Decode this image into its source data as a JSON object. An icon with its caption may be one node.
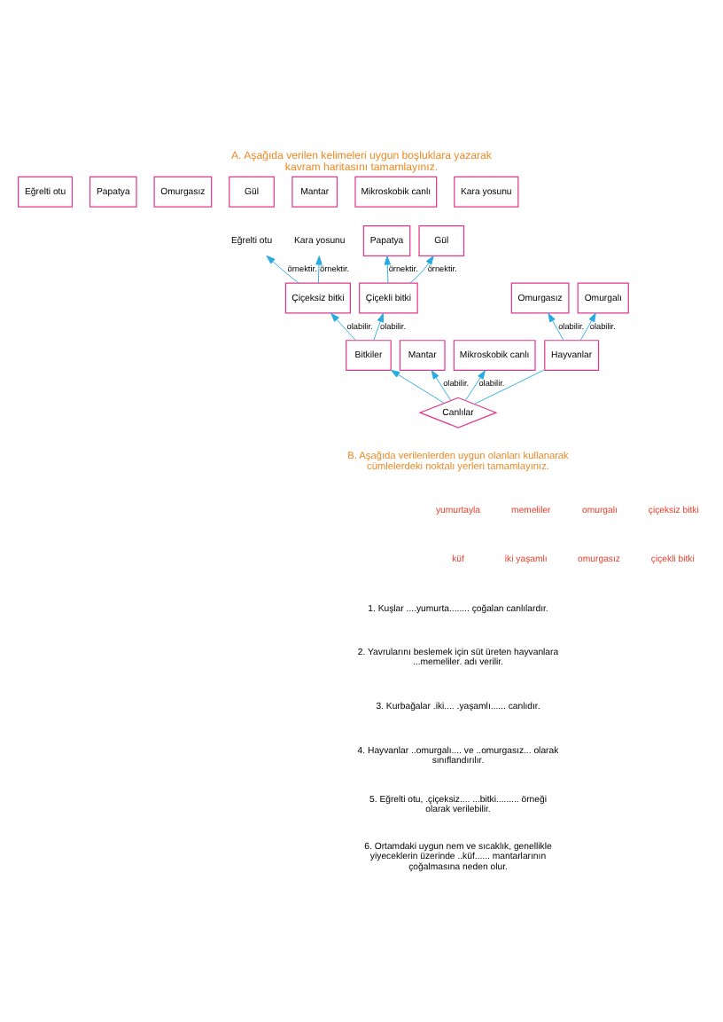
{
  "diagram": {
    "title": "A. Aşağıda verilen kelimeleri uygun boşluklara yazarak kavram haritasını tamamlayınız.",
    "nodes": [
      {
        "text": [
          "Eğrelti otu"
        ]
      },
      {
        "text": [
          "Papatya"
        ]
      },
      {
        "text": [
          "Omurgasız"
        ]
      },
      {
        "text": [
          "Gül"
        ]
      },
      {
        "text": [
          "Mantar"
        ]
      },
      {
        "text": [
          "Mikroskobik canlı"
        ]
      },
      {
        "text": [
          "Kara yosunu"
        ]
      },
      {
        "text": [
          "Eğrelti otu"
        ]
      },
      {
        "text": [
          "Çiçeksiz bitki"
        ]
      },
      {
        "text": [
          "Kara yosunu"
        ]
      },
      {
        "text": [
          "Papatya"
        ]
      },
      {
        "text": [
          "Gül"
        ]
      },
      {
        "text": [
          "Çiçekli bitki"
        ]
      },
      {
        "text": [
          "Bitkiler"
        ]
      },
      {
        "text": [
          "Mantar"
        ]
      },
      {
        "text": [
          "Mikroskobik canlı"
        ]
      },
      {
        "text": [
          "Omurgasız"
        ]
      },
      {
        "text": [
          "Hayvanlar"
        ]
      },
      {
        "text": [
          "Canlılar"
        ]
      },
      {
        "text": [
          "Omurgalı"
        ]
      }
    ],
    "edges": [
      {
        "from": 8,
        "to": 7,
        "arrow": "to",
        "label": "örnektir."
      },
      {
        "from": 8,
        "to": 9,
        "arrow": "to",
        "label": "örnektir."
      },
      {
        "from": 13,
        "to": 8,
        "arrow": "to",
        "label": "olabilir."
      },
      {
        "from": 12,
        "to": 10,
        "arrow": "to",
        "label": "örnektir."
      },
      {
        "from": 12,
        "to": 11,
        "arrow": "to",
        "label": "örnektir."
      },
      {
        "from": 13,
        "to": 12,
        "arrow": "to",
        "label": "olabilir."
      },
      {
        "from": 18,
        "to": 13,
        "arrow": "to"
      },
      {
        "from": 18,
        "to": 14,
        "arrow": "to",
        "label": "olabilir."
      },
      {
        "from": 18,
        "to": 15,
        "arrow": "to",
        "label": "olabilir."
      },
      {
        "from": 18,
        "to": 17,
        "arrow": "none"
      },
      {
        "from": 17,
        "to": 16,
        "arrow": "to",
        "label": "olabilir."
      },
      {
        "from": 17,
        "to": 19,
        "arrow": "to",
        "label": "olabilir."
      }
    ],
    "labels": [
      "B. Aşağıda verilenlerden uygun olanları kullanarak cümlelerdeki noktalı yerleri tamamlayınız.",
      "yumurtayla",
      "memeliler",
      "omurgalı",
      "çiçeksiz bitki",
      "küf",
      "iki yaşamlı",
      "omurgasız",
      "çiçekli bitki",
      "1. Kuşlar ....yumurta........ çoğalan canlılardır.",
      "2. Yavrularını beslemek için süt üreten hayvanlara ...memeliler. adı verilir.",
      "3. Kurbağalar .iki.... .yaşamlı...... canlıdır.",
      "4. Hayvanlar ..omurgalı.... ve ..omurgasız... olarak sınıflandırılır.",
      "5. Eğrelti otu, .çiçeksiz.... ...bitki......... örneği olarak verilebilir.",
      "6. Ortamdaki uygun nem ve sıcaklık, genellikle yiyeceklerin üzerinde ..küf...... mantarlarının çoğalmasına neden olur."
    ]
  }
}
